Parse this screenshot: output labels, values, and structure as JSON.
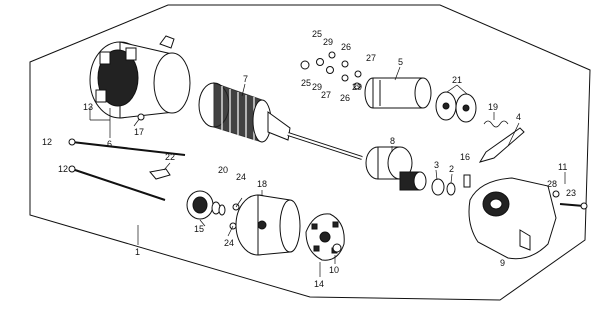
{
  "diagram": {
    "callouts": {
      "c1": "1",
      "c2": "2",
      "c3": "3",
      "c4": "4",
      "c5": "5",
      "c6": "6",
      "c7": "7",
      "c8": "8",
      "c9": "9",
      "c10": "10",
      "c11": "11",
      "c12a": "12",
      "c12b": "12",
      "c13": "13",
      "c14": "14",
      "c15": "15",
      "c16": "16",
      "c17": "17",
      "c18": "18",
      "c19": "19",
      "c20": "20",
      "c21": "21",
      "c22": "22",
      "c23": "23",
      "c24a": "24",
      "c24b": "24",
      "c25a": "25",
      "c25b": "25",
      "c26a": "26",
      "c26b": "26",
      "c27a": "27",
      "c27b": "27",
      "c28": "28",
      "c29a": "29",
      "c29b": "29",
      "c29c": "29"
    },
    "colors": {
      "line": "#111111",
      "background": "#ffffff"
    }
  }
}
